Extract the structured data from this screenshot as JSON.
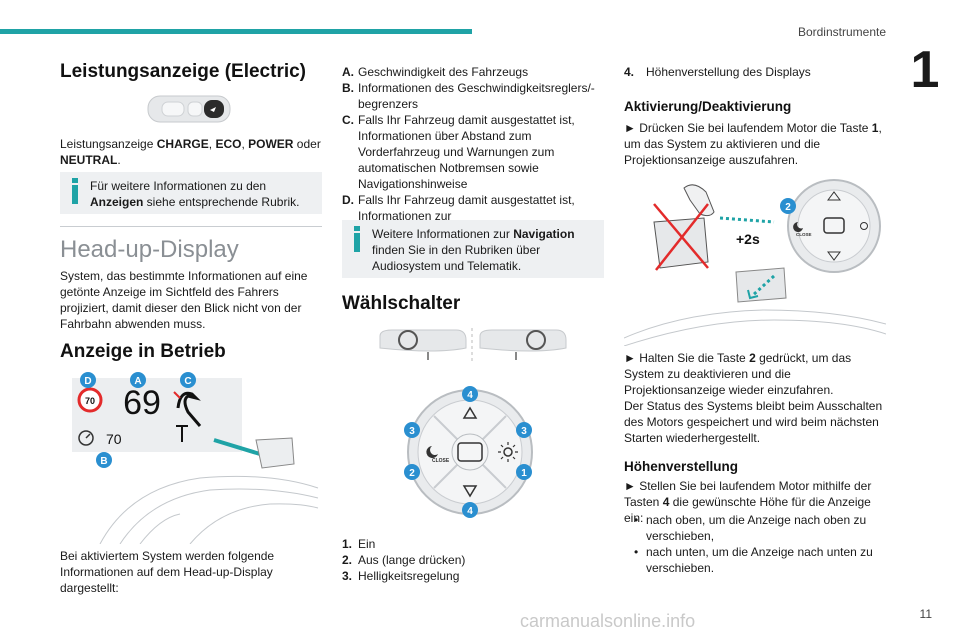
{
  "header": {
    "section": "Bordinstrumente",
    "chapter": "1",
    "page": "11"
  },
  "watermark": "carmanualsonline.info",
  "col1": {
    "h_leistung": "Leistungsanzeige (Electric)",
    "leistung_pre": "Leistungsanzeige ",
    "charge": "CHARGE",
    "sep1": ", ",
    "eco": "ECO",
    "sep2": ", ",
    "power": "POWER",
    "oder": " oder",
    "neutral": "NEUTRAL",
    "dot": ".",
    "info1_pre": "Für weitere Informationen zu den ",
    "info1_bold": "Anzeigen",
    "info1_post": " siehe entsprechende Rubrik.",
    "h_hud": "Head-up-Display",
    "hud_text": "System, das bestimmte Informationen auf eine getönte Anzeige im Sichtfeld des Fahrers projiziert, damit dieser den Blick nicht von der Fahrbahn abwenden muss.",
    "h_betrieb": "Anzeige in Betrieb",
    "hud_speed": "69",
    "hud_limit": "70",
    "hud_cruise": "70",
    "labels": {
      "a": "A",
      "b": "B",
      "c": "C",
      "d": "D"
    },
    "bottom_text": "Bei aktiviertem System werden folgende Informationen auf dem Head-up-Display dargestellt:"
  },
  "col2": {
    "list": [
      {
        "key": "A.",
        "text": "Geschwindigkeit des Fahrzeugs"
      },
      {
        "key": "B.",
        "text": "Informationen des Geschwindigkeitsreglers/-begrenzers"
      },
      {
        "key": "C.",
        "text": "Falls Ihr Fahrzeug damit ausgestattet ist, Informationen über Abstand zum Vorderfahrzeug und Warnungen zum automatischen Notbremsen sowie Navigationshinweise"
      },
      {
        "key": "D.",
        "text": "Falls Ihr Fahrzeug damit ausgestattet ist, Informationen zur Geschwindigkeitsbegrenzung"
      }
    ],
    "info_pre": "Weitere Informationen zur ",
    "info_bold": "Navigation",
    "info_post": " finden Sie in den Rubriken über Audiosystem und Telematik.",
    "h_wahl": "Wählschalter",
    "btn_close": "CLOSE",
    "nums": {
      "n1": "1",
      "n2": "2",
      "n3": "3",
      "n4": "4"
    },
    "legend": [
      {
        "key": "1.",
        "text": "Ein"
      },
      {
        "key": "2.",
        "text": "Aus (lange drücken)"
      },
      {
        "key": "3.",
        "text": "Helligkeitsregelung"
      }
    ]
  },
  "col3": {
    "item4_key": "4.",
    "item4_text": "Höhenverstellung des Displays",
    "h_aktiv": "Aktivierung/Deaktivierung",
    "aktiv_pre": "► Drücken Sie bei laufendem Motor die Taste ",
    "aktiv_num": "1",
    "aktiv_post": ", um das System zu aktivieren und die Projektionsanzeige auszufahren.",
    "time_label": "+2s",
    "badge": "2",
    "btn_close": "CLOSE",
    "halten_pre": "► Halten Sie die Taste ",
    "halten_num": "2",
    "halten_post": " gedrückt, um das System zu deaktivieren und die Projektionsanzeige wieder einzufahren.",
    "status_text": "Der Status des Systems bleibt beim Ausschalten des Motors gespeichert und wird beim nächsten Starten wiederhergestellt.",
    "h_hohe": "Höhenverstellung",
    "hohe_pre": "► Stellen Sie bei laufendem Motor mithilfe der Tasten ",
    "hohe_num": "4",
    "hohe_post": " die gewünschte Höhe für die Anzeige ein:",
    "bullets": [
      "nach oben, um die Anzeige nach oben zu verschieben,",
      "nach unten, um die Anzeige nach unten zu verschieben."
    ]
  },
  "colors": {
    "accent": "#1fa3a6",
    "badge": "#2a8fd0",
    "red": "#e32b2b"
  }
}
